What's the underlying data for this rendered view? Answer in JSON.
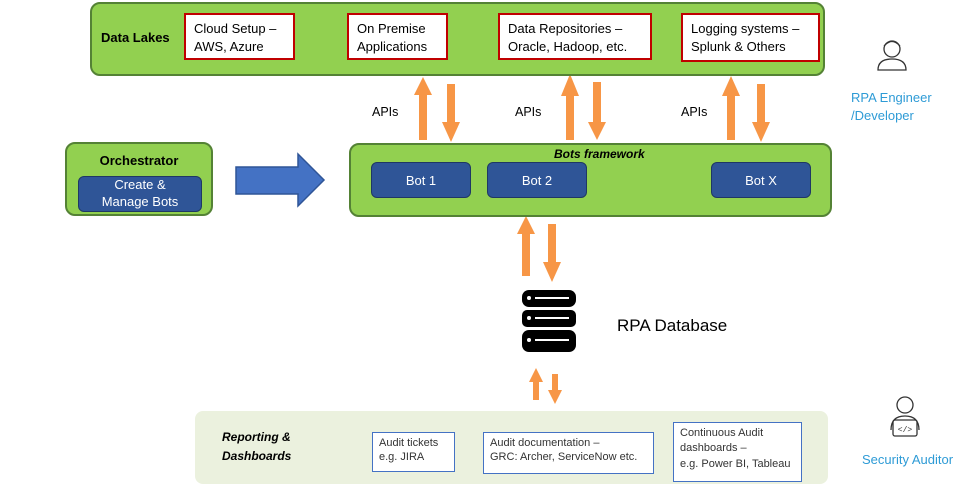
{
  "data_lakes": {
    "title": "Data Lakes",
    "sources": [
      {
        "line1": "Cloud Setup –",
        "line2": "AWS, Azure"
      },
      {
        "line1": "On Premise",
        "line2": "Applications"
      },
      {
        "line1": "Data Repositories –",
        "line2": "Oracle, Hadoop, etc."
      },
      {
        "line1": "Logging systems –",
        "line2": "Splunk & Others"
      }
    ]
  },
  "apis": {
    "label": "APIs"
  },
  "orchestrator": {
    "title": "Orchestrator",
    "button_line1": "Create &",
    "button_line2": "Manage  Bots"
  },
  "bots_framework": {
    "title": "Bots framework",
    "bots": [
      "Bot 1",
      "Bot 2",
      "Bot X"
    ]
  },
  "database": {
    "label": "RPA Database"
  },
  "reporting": {
    "title_line1": "Reporting &",
    "title_line2": "Dashboards",
    "items": [
      {
        "line1": "Audit tickets",
        "line2": "e.g. JIRA",
        "line3": ""
      },
      {
        "line1": "Audit documentation –",
        "line2": "GRC: Archer, ServiceNow etc.",
        "line3": ""
      },
      {
        "line1": "Continuous Audit",
        "line2": "dashboards –",
        "line3": "e.g. Power BI, Tableau"
      }
    ]
  },
  "roles": {
    "engineer_line1": "RPA Engineer",
    "engineer_line2": "/Developer",
    "auditor": "Security Auditor"
  },
  "colors": {
    "panel_green": "#92d050",
    "bot_blue": "#2f5597",
    "arrow_orange": "#f79646",
    "lake_border_red": "#c00000",
    "role_text_blue": "#2e9bd6"
  }
}
